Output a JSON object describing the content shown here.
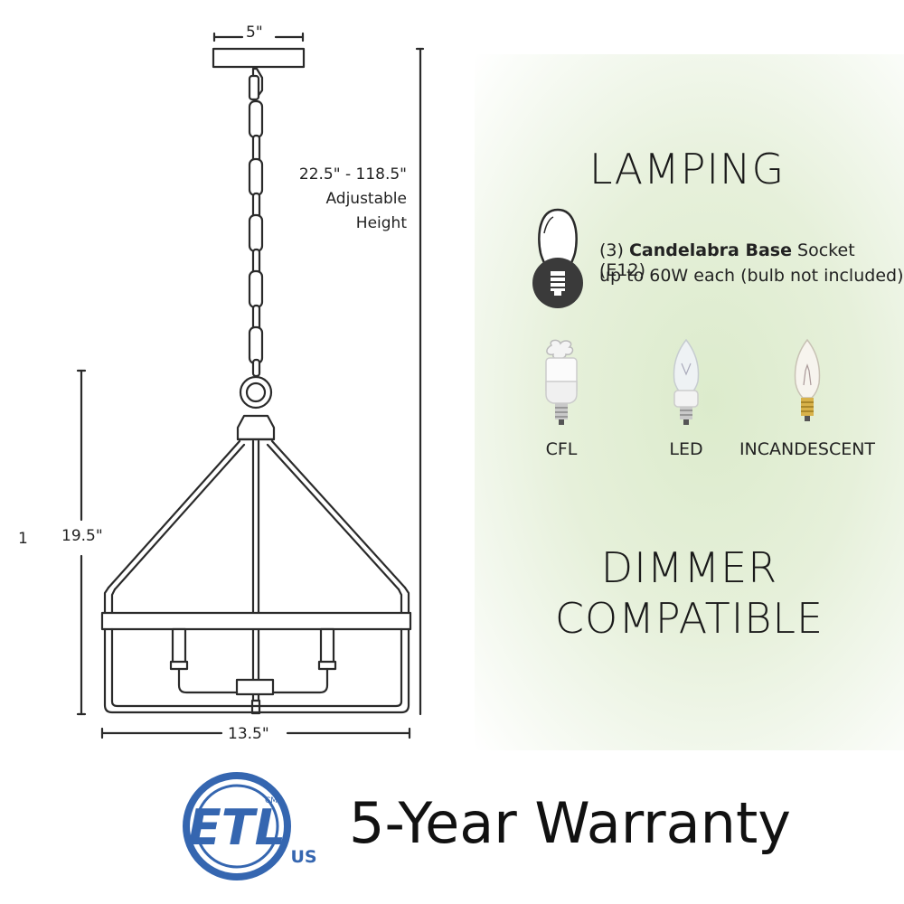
{
  "dimensions": {
    "canopy_width": "5\"",
    "chain_range": "22.5\" - 118.5\"",
    "chain_label_1": "Adjustable",
    "chain_label_2": "Height",
    "body_height": "19.5\"",
    "body_width": "13.5\"",
    "stray_mark": "1"
  },
  "lamping": {
    "heading": "LAMPING",
    "socket_count": "(3)",
    "socket_type": "Candelabra Base",
    "socket_suffix": "Socket (E12)",
    "wattage_line": "up to 60W each (bulb not included)",
    "bulbs": [
      {
        "label": "CFL",
        "icon": "cfl-bulb-icon"
      },
      {
        "label": "LED",
        "icon": "led-bulb-icon"
      },
      {
        "label": "INCANDESCENT",
        "icon": "incandescent-bulb-icon"
      }
    ]
  },
  "dimmer": {
    "line1": "DIMMER",
    "line2": "COMPATIBLE"
  },
  "certification": {
    "logo_letters": "ETL",
    "logo_cm": "CM",
    "logo_us": "US",
    "warranty_text": "5-Year Warranty"
  },
  "colors": {
    "etl_blue": "#3566b0",
    "panel_green": "#dcebcc",
    "line": "#2a2a2a"
  }
}
